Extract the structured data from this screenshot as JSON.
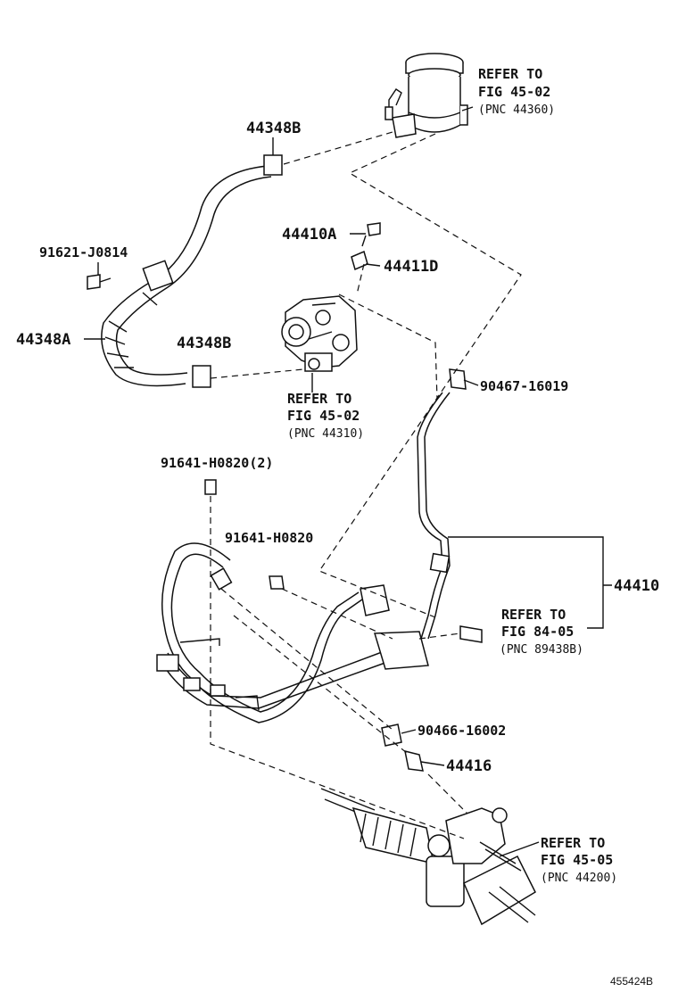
{
  "labels": {
    "refer_reservoir": [
      "REFER TO",
      "FIG 45-02",
      "(PNC 44360)"
    ],
    "refer_pump": [
      "REFER TO",
      "FIG 45-02",
      "(PNC 44310)"
    ],
    "refer_sensor": [
      "REFER TO",
      "FIG 84-05",
      "(PNC 89438B)"
    ],
    "refer_gear": [
      "REFER TO",
      "FIG 45-05",
      "(PNC 44200)"
    ],
    "p_44348B_top": "44348B",
    "p_44348B_low": "44348B",
    "p_44348A": "44348A",
    "p_91621": "91621-J0814",
    "p_44410A": "44410A",
    "p_44411D": "44411D",
    "p_90467": "90467-16019",
    "p_91641_2": "91641-H0820(2)",
    "p_91641": "91641-H0820",
    "p_44410": "44410",
    "p_90466": "90466-16002",
    "p_44416": "44416",
    "diagram_id": "455424B"
  }
}
